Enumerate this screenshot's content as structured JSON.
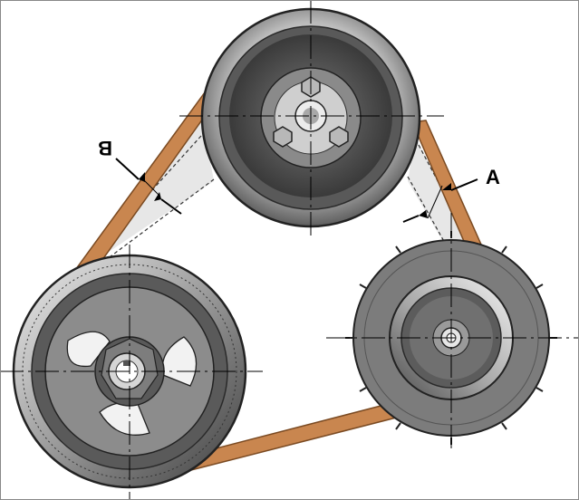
{
  "figure": {
    "labels": {
      "a": "A",
      "b": "B"
    },
    "colors": {
      "belt": "#c9864f",
      "belt_edge": "#7a4a22",
      "pulley_dark": "#555555",
      "pulley_light": "#d8d8d8",
      "belt_shadow": "#e3e3e3"
    },
    "parts": [
      "top-pulley",
      "left-crank-pulley",
      "right-alternator-pulley",
      "drive-belt",
      "deflected-belt-position",
      "measurement-arrow-a",
      "measurement-arrow-b"
    ]
  }
}
